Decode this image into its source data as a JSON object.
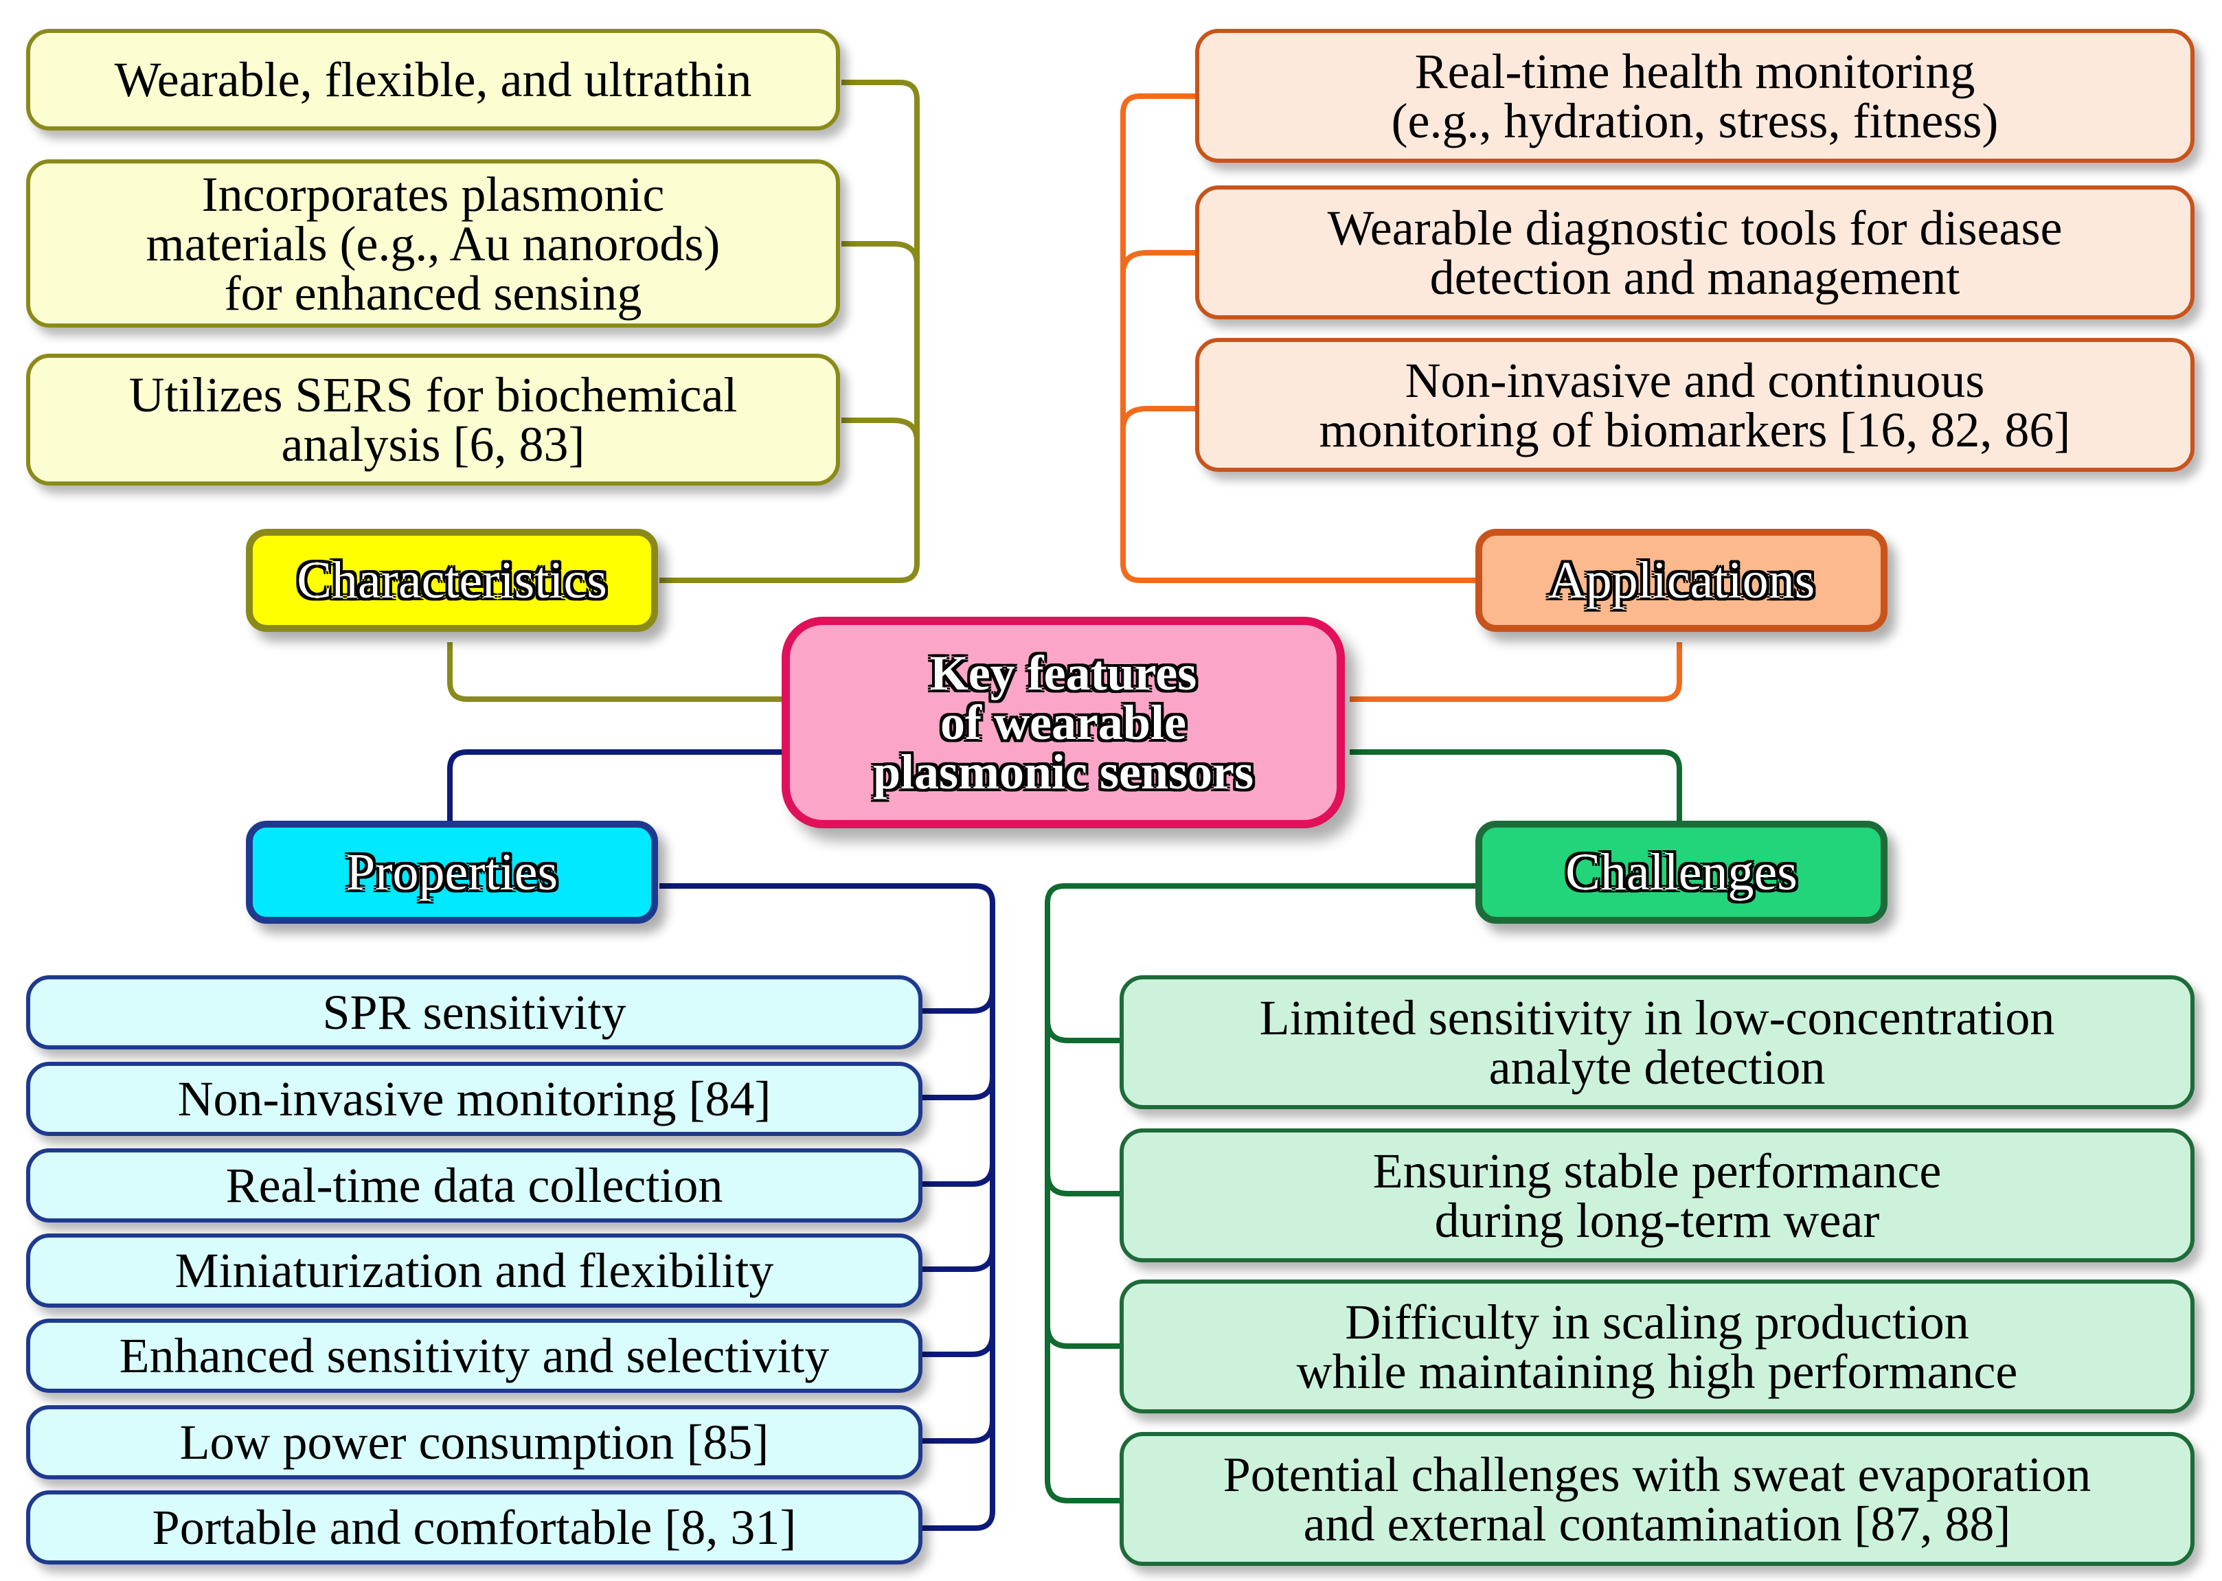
{
  "center": {
    "title_lines": [
      "Key features",
      "of wearable",
      "plasmonic sensors"
    ]
  },
  "characteristics": {
    "label": "Characteristics",
    "color": "#8a8a1a",
    "fill": "#ffff00",
    "items": [
      [
        "Wearable, flexible, and ultrathin"
      ],
      [
        "Incorporates plasmonic",
        "materials (e.g., Au nanorods)",
        "for enhanced sensing"
      ],
      [
        "Utilizes SERS for biochemical",
        "analysis [6, 83]"
      ]
    ]
  },
  "applications": {
    "label": "Applications",
    "color": "#f26b1d",
    "fill": "#fbb98d",
    "items": [
      [
        "Real-time health monitoring",
        "(e.g., hydration, stress, fitness)"
      ],
      [
        "Wearable diagnostic tools for disease",
        "detection and management"
      ],
      [
        "Non-invasive and continuous",
        "monitoring of biomarkers [16, 82, 86]"
      ]
    ]
  },
  "properties": {
    "label": "Properties",
    "color": "#0d1a78",
    "fill": "#00e9ff",
    "items": [
      [
        "SPR sensitivity"
      ],
      [
        "Non-invasive monitoring [84]"
      ],
      [
        "Real-time data collection"
      ],
      [
        "Miniaturization and flexibility"
      ],
      [
        "Enhanced sensitivity and selectivity"
      ],
      [
        "Low power consumption [85]"
      ],
      [
        "Portable and comfortable [8, 31]"
      ]
    ]
  },
  "challenges": {
    "label": "Challenges",
    "color": "#0f6b2f",
    "fill": "#22d47a",
    "items": [
      [
        "Limited sensitivity in low-concentration",
        "analyte detection"
      ],
      [
        "Ensuring stable performance",
        "during long-term wear"
      ],
      [
        "Difficulty in scaling production",
        "while maintaining high performance"
      ],
      [
        "Potential challenges with sweat evaporation",
        "and external contamination [87, 88]"
      ]
    ]
  }
}
